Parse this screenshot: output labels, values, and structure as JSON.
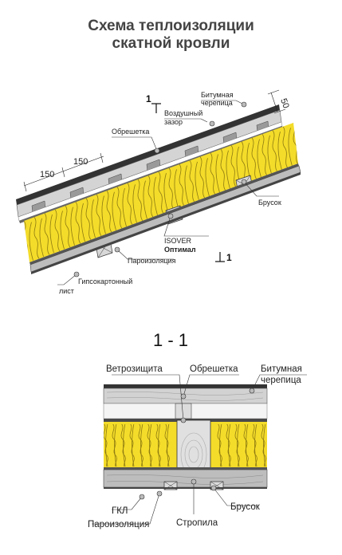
{
  "title": {
    "line1": "Схема теплоизоляции",
    "line2": "скатной кровли"
  },
  "roof_scheme": {
    "labels": {
      "bitumen_tile_1": "Битумная",
      "bitumen_tile_2": "черепица",
      "air_gap_1": "Воздушный",
      "air_gap_2": "зазор",
      "batten": "Обрешетка",
      "beam": "Брусок",
      "isover_1": "ISOVER",
      "isover_2": "Оптимал",
      "vapor": "Пароизоляция",
      "gypsum_1": "Гипсокартонный",
      "gypsum_2": "лист"
    },
    "dims": {
      "d1": "150",
      "d2": "150",
      "d3": "50"
    },
    "cut_marks": {
      "top": "1",
      "bottom": "1"
    }
  },
  "section": {
    "title": "1 - 1",
    "labels": {
      "wind": "Ветрозищита",
      "batten": "Обрешетка",
      "bitumen_1": "Битумная",
      "bitumen_2": "черепица",
      "gkl": "ГКЛ",
      "vapor": "Пароизоляция",
      "rafter": "Стропила",
      "beam": "Брусок"
    }
  },
  "colors": {
    "insulation": "#f4dc2a",
    "board": "#c4c4c4",
    "tile": "#3a3a3a",
    "wood": "#e2e2e2"
  }
}
